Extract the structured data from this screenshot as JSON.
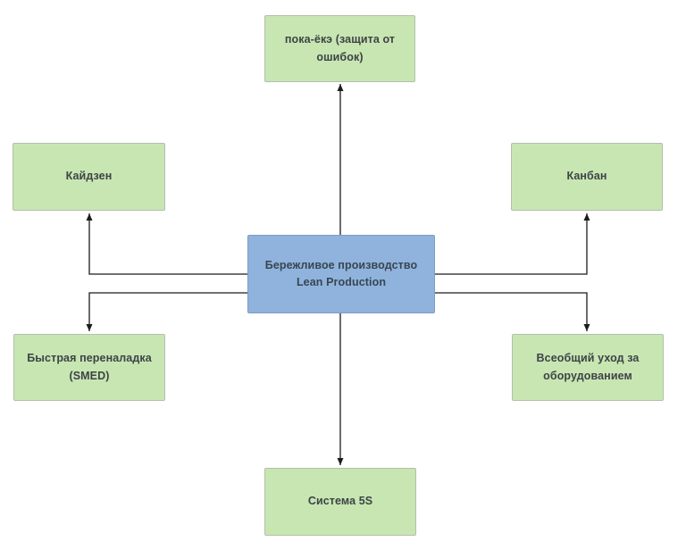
{
  "diagram": {
    "background_color": "#ffffff",
    "connector_color": "#1c1c1c",
    "center_node": {
      "id": "lean-production",
      "label": "Бережливое производство\nLean Production",
      "fill": "#8fb3dc",
      "border": "#7d9cc2",
      "text_color": "#394552"
    },
    "node_style": {
      "fill": "#c8e6b2",
      "border": "#b3bfab",
      "text_color": "#3d4347"
    },
    "nodes": [
      {
        "id": "poka-yoke",
        "label": "пока-ёкэ (защита от ошибок)",
        "position": "top"
      },
      {
        "id": "kaizen",
        "label": "Кайдзен",
        "position": "left-top"
      },
      {
        "id": "kanban",
        "label": "Канбан",
        "position": "right-top"
      },
      {
        "id": "smed",
        "label": "Быстрая переналадка (SMED)",
        "position": "left-bottom"
      },
      {
        "id": "tpm",
        "label": "Всеобщий уход за оборудованием",
        "position": "right-bottom"
      },
      {
        "id": "5s",
        "label": "Система 5S",
        "position": "bottom"
      }
    ],
    "connections": [
      {
        "from": "lean-production",
        "to": "poka-yoke"
      },
      {
        "from": "lean-production",
        "to": "kaizen"
      },
      {
        "from": "lean-production",
        "to": "kanban"
      },
      {
        "from": "lean-production",
        "to": "smed"
      },
      {
        "from": "lean-production",
        "to": "tpm"
      },
      {
        "from": "lean-production",
        "to": "5s"
      }
    ]
  }
}
